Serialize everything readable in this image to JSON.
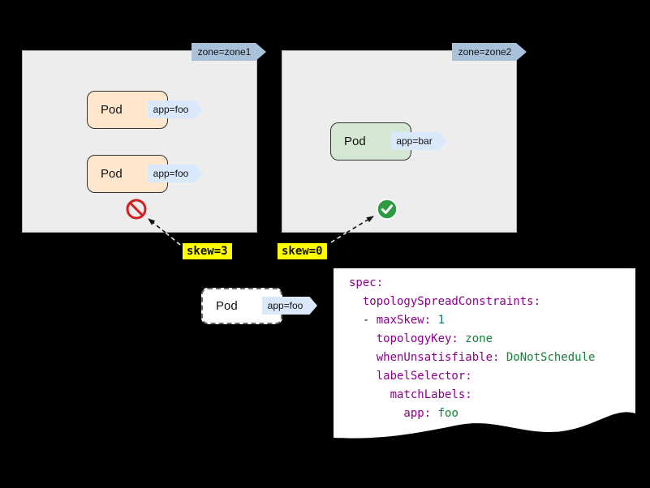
{
  "colors": {
    "background": "#000000",
    "zone_box_bg": "#ededed",
    "zone_tag_bg": "#a9c2da",
    "app_tag_bg": "#dae8fc",
    "pod_foo_bg": "#ffe6cc",
    "pod_bar_bg": "#d5e8d4",
    "highlight": "#ffff00",
    "deny_red": "#d21f1f",
    "allow_green": "#2e9b43",
    "yaml_key": "#8b008b",
    "yaml_value": "#188038",
    "yaml_number": "#0b7285",
    "yaml_plain": "#1f1f1f"
  },
  "zones": [
    {
      "tag": "zone=zone1"
    },
    {
      "tag": "zone=zone2"
    }
  ],
  "pods": [
    {
      "label": "Pod",
      "tag": "app=foo"
    },
    {
      "label": "Pod",
      "tag": "app=foo"
    },
    {
      "label": "Pod",
      "tag": "app=bar"
    }
  ],
  "incoming_pod": {
    "label": "Pod",
    "tag": "app=foo"
  },
  "skew": [
    {
      "text": "skew=3"
    },
    {
      "text": "skew=0"
    }
  ],
  "icons": {
    "deny": "prohibition-icon",
    "allow": "check-circle-icon"
  },
  "yaml": {
    "lines": [
      [
        {
          "t": "spec:",
          "c": "key"
        }
      ],
      [
        {
          "t": "  topologySpreadConstraints:",
          "c": "key"
        }
      ],
      [
        {
          "t": "  - ",
          "c": "plain"
        },
        {
          "t": "maxSkew:",
          "c": "key"
        },
        {
          "t": " ",
          "c": "plain"
        },
        {
          "t": "1",
          "c": "number"
        }
      ],
      [
        {
          "t": "    topologyKey:",
          "c": "key"
        },
        {
          "t": " zone",
          "c": "value"
        }
      ],
      [
        {
          "t": "    whenUnsatisfiable:",
          "c": "key"
        },
        {
          "t": " DoNotSchedule",
          "c": "value"
        }
      ],
      [
        {
          "t": "    labelSelector:",
          "c": "key"
        }
      ],
      [
        {
          "t": "      matchLabels:",
          "c": "key"
        }
      ],
      [
        {
          "t": "        app:",
          "c": "key"
        },
        {
          "t": " foo",
          "c": "value"
        }
      ]
    ]
  }
}
